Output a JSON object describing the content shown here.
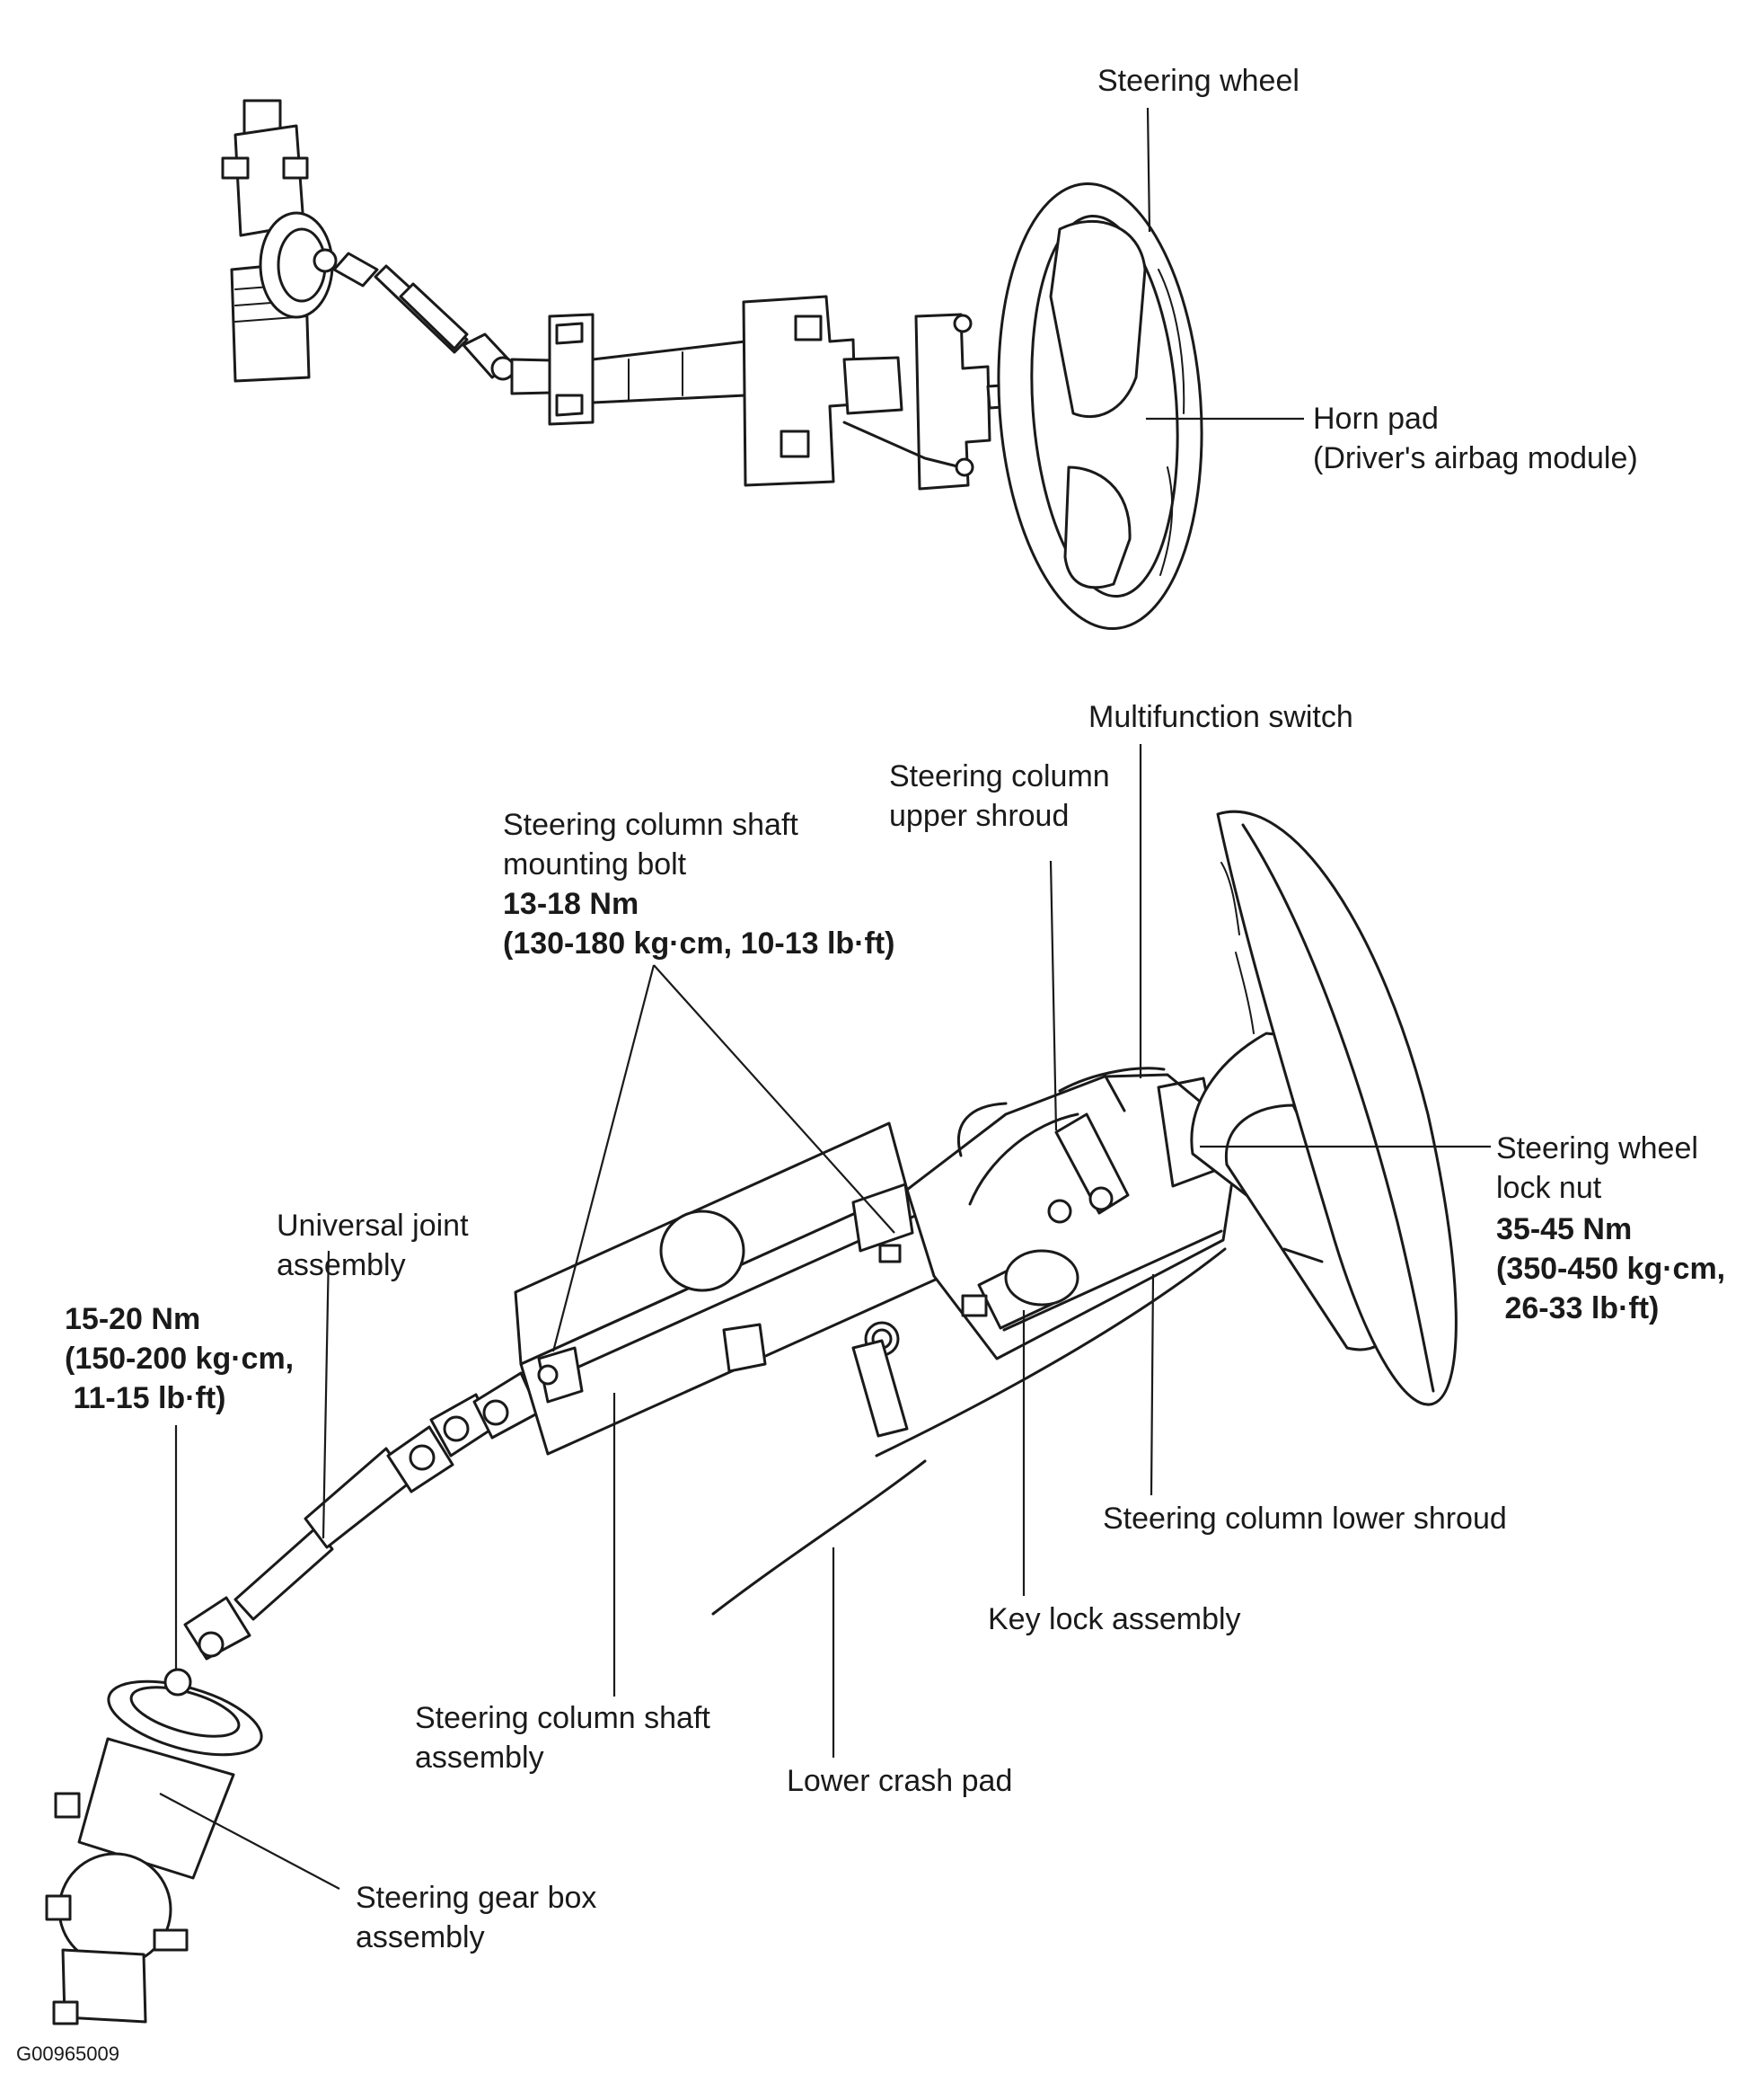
{
  "top_view": {
    "labels": {
      "steering_wheel": "Steering wheel",
      "horn_pad": [
        "Horn pad",
        "(Driver's airbag module)"
      ]
    }
  },
  "bottom_view": {
    "labels": {
      "multifunction_switch": "Multifunction switch",
      "upper_shroud": [
        "Steering column",
        "upper shroud"
      ],
      "shaft_mounting_bolt": [
        "Steering column shaft",
        "mounting bolt"
      ],
      "shaft_mounting_bolt_torque": [
        "13-18 Nm",
        "(130-180 kg·cm, 10-13 lb·ft)"
      ],
      "universal_joint": [
        "Universal joint",
        "assembly"
      ],
      "universal_joint_torque": [
        "15-20 Nm",
        "(150-200 kg·cm,",
        " 11-15 lb·ft)"
      ],
      "wheel_lock_nut": [
        "Steering wheel",
        "lock nut"
      ],
      "wheel_lock_nut_torque": [
        "35-45 Nm",
        "(350-450 kg·cm,",
        " 26-33 lb·ft)"
      ],
      "lower_shroud": "Steering column lower shroud",
      "key_lock": "Key lock assembly",
      "column_shaft_assembly": [
        "Steering column shaft",
        "assembly"
      ],
      "lower_crash_pad": "Lower crash pad",
      "gear_box": [
        "Steering gear box",
        "assembly"
      ]
    }
  },
  "figure_code": "G00965009"
}
